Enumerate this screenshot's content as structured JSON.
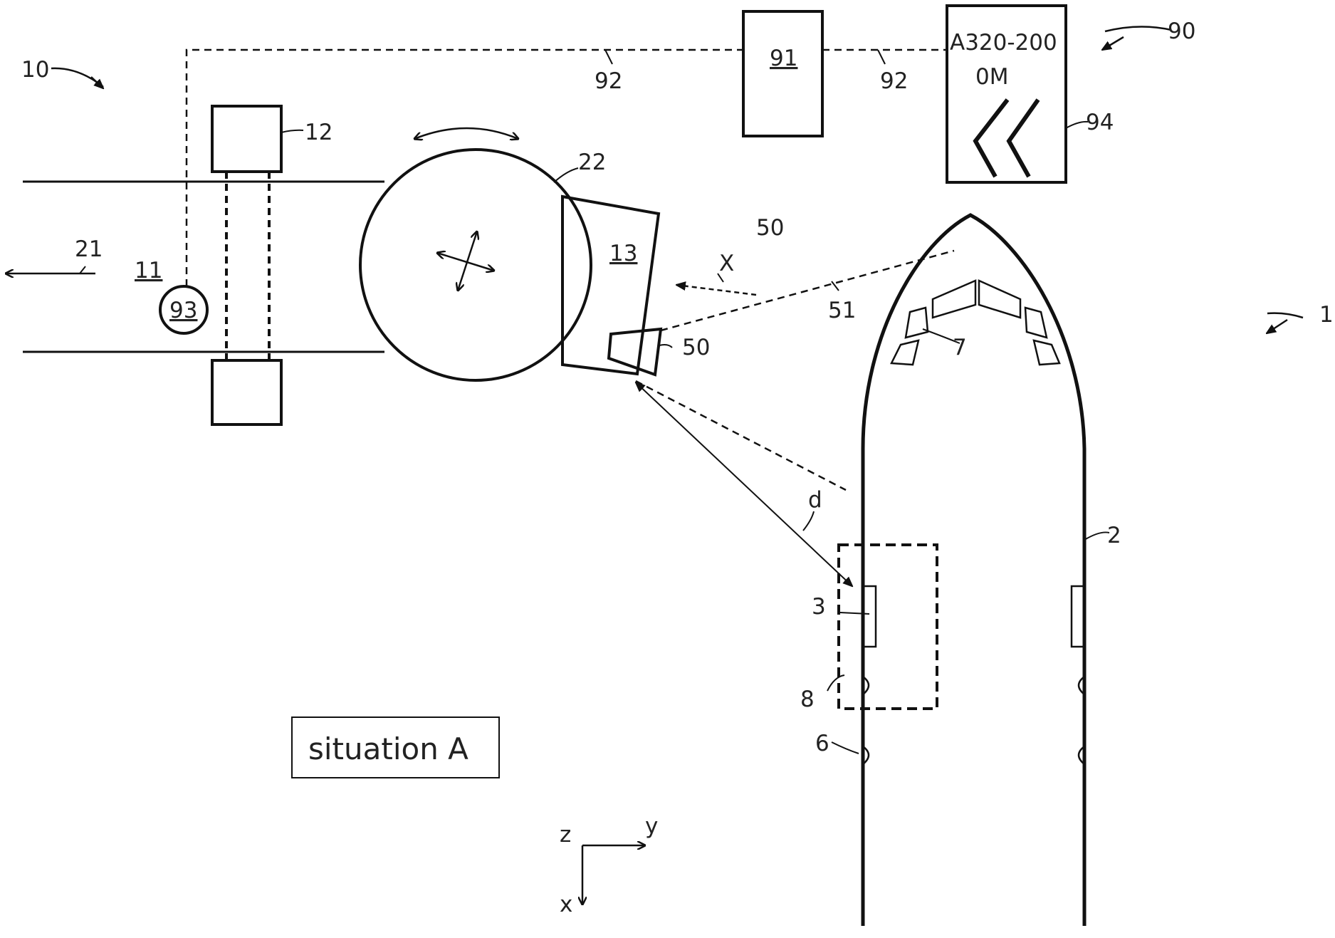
{
  "labels": {
    "ref_10": "10",
    "ref_1": "1",
    "ref_90": "90",
    "ref_91": "91",
    "ref_92_left": "92",
    "ref_92_right": "92",
    "ref_94": "94",
    "ref_12": "12",
    "ref_22": "22",
    "ref_21": "21",
    "ref_11": "11",
    "ref_93": "93",
    "ref_13": "13",
    "ref_50_top": "50",
    "ref_50_sensor": "50",
    "ref_51": "51",
    "ref_x_arrow": "X",
    "ref_7": "7",
    "ref_2": "2",
    "ref_d": "d",
    "ref_3": "3",
    "ref_8": "8",
    "ref_6": "6"
  },
  "display": {
    "line1": "A320-200",
    "line2": "0M"
  },
  "situation_label": "situation A",
  "axes": {
    "z": "z",
    "y": "y",
    "x": "x"
  },
  "colors": {
    "stroke": "#111111",
    "background": "#ffffff"
  }
}
